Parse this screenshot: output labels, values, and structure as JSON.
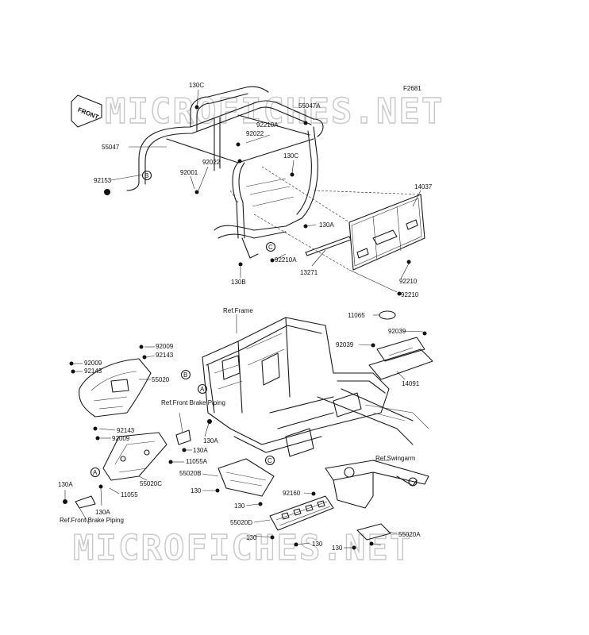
{
  "diagram": {
    "figure_code": "F2681",
    "watermark_text": "MICROFICHES.NET",
    "front_arrow_text": "FRONT",
    "callouts": [
      "A",
      "B",
      "C"
    ],
    "labels": {
      "l130c_top": "130C",
      "l55047a": "55047A",
      "l92210a_top": "92210A",
      "l92022_a": "92022",
      "l55047": "55047",
      "l92022_b": "92022",
      "l92001": "92001",
      "l130c_mid": "130C",
      "l92153": "92153",
      "l14037": "14037",
      "l130a_top": "130A",
      "l92210a_bot": "92210A",
      "l13271": "13271",
      "l130b": "130B",
      "l92210_a": "92210",
      "l92210_b": "92210",
      "l11065": "11065",
      "l92039_a": "92039",
      "l92039_b": "92039",
      "l14091": "14091",
      "l92009_r": "92009",
      "l92143_r": "92143",
      "l92009_l": "92009",
      "l92143_l": "92143",
      "l55020": "55020",
      "l92143_b": "92143",
      "l92009_b": "92009",
      "l130a_mid": "130A",
      "l130a_mid2": "130A",
      "l11055a": "11055A",
      "l55020c": "55020C",
      "l55020b": "55020B",
      "l130_a": "130",
      "l130_b": "130",
      "l130a_left": "130A",
      "l11055": "11055",
      "l130a_low": "130A",
      "l92160": "92160",
      "l55020d": "55020D",
      "l130_c": "130",
      "l130_d": "130",
      "l130_e": "130",
      "l55020a": "55020A"
    },
    "refs": {
      "frame": "Ref.Frame",
      "front_brake_1": "Ref.Front Brake Piping",
      "front_brake_2": "Ref.Front Brake Piping",
      "swingarm": "Ref.Swingarm"
    }
  }
}
